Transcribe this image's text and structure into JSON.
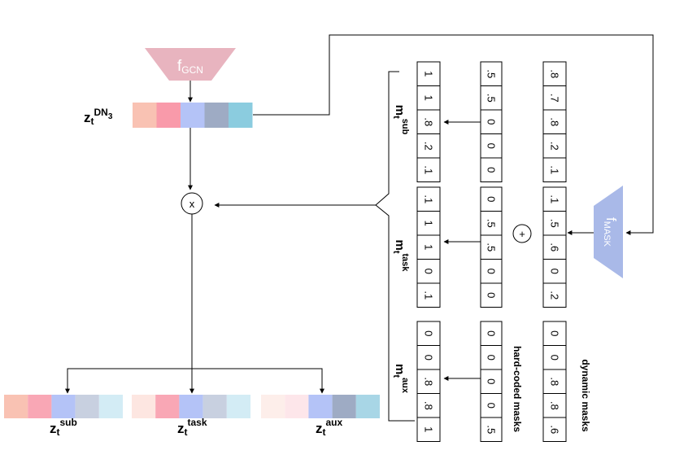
{
  "encoder": {
    "label": "f",
    "sub": "GCN",
    "color": "#e8b4bf"
  },
  "embedding": {
    "label": "z",
    "sub": "t",
    "sup": "DN",
    "sup_sub": "3",
    "colors": [
      "#f9c2b3",
      "#f99aaa",
      "#b4c3f7",
      "#9eabc4",
      "#8bccdf"
    ]
  },
  "multiply": {
    "symbol": "x"
  },
  "plus": {
    "symbol": "+"
  },
  "mask_net": {
    "label": "f",
    "sub": "MASK",
    "color": "#a9b9e8"
  },
  "dynamic_masks": {
    "caption": "dynamic masks",
    "sub": [
      ".8",
      ".7",
      ".8",
      ".2",
      ".1"
    ],
    "task": [
      ".1",
      ".5",
      ".6",
      "0",
      ".2"
    ],
    "aux": [
      "0",
      "0",
      ".8",
      ".8",
      ".6"
    ]
  },
  "hardcoded_masks": {
    "caption": "hard-coded masks",
    "sub": [
      ".5",
      ".5",
      "0",
      "0",
      "0"
    ],
    "task": [
      "0",
      ".5",
      ".5",
      "0",
      "0"
    ],
    "aux": [
      "0",
      "0",
      "0",
      "0",
      ".5"
    ]
  },
  "combined_masks": {
    "sub": {
      "label": "m",
      "sub": "t",
      "sup": "sub",
      "values": [
        "1",
        "1",
        ".8",
        ".2",
        ".1"
      ]
    },
    "task": {
      "label": "m",
      "sub": "t",
      "sup": "task",
      "values": [
        ".1",
        "1",
        "1",
        "0",
        ".1"
      ]
    },
    "aux": {
      "label": "m",
      "sub": "t",
      "sup": "aux",
      "values": [
        "0",
        "0",
        ".8",
        ".8",
        "1"
      ]
    }
  },
  "outputs": [
    {
      "label": "z",
      "sub": "t",
      "sup": "sub",
      "colors": [
        "#f9c2b3",
        "#f9a7b5",
        "#b4c3f7",
        "#c8d0e0",
        "#d3ecf5"
      ]
    },
    {
      "label": "z",
      "sub": "t",
      "sup": "task",
      "colors": [
        "#fde6e1",
        "#f9a7b5",
        "#b4c3f7",
        "#c8d0e0",
        "#d3ecf5"
      ]
    },
    {
      "label": "z",
      "sub": "t",
      "sup": "aux",
      "colors": [
        "#fdeeea",
        "#fde6ea",
        "#b4c3f7",
        "#9eabc4",
        "#a8d6e6"
      ]
    }
  ]
}
